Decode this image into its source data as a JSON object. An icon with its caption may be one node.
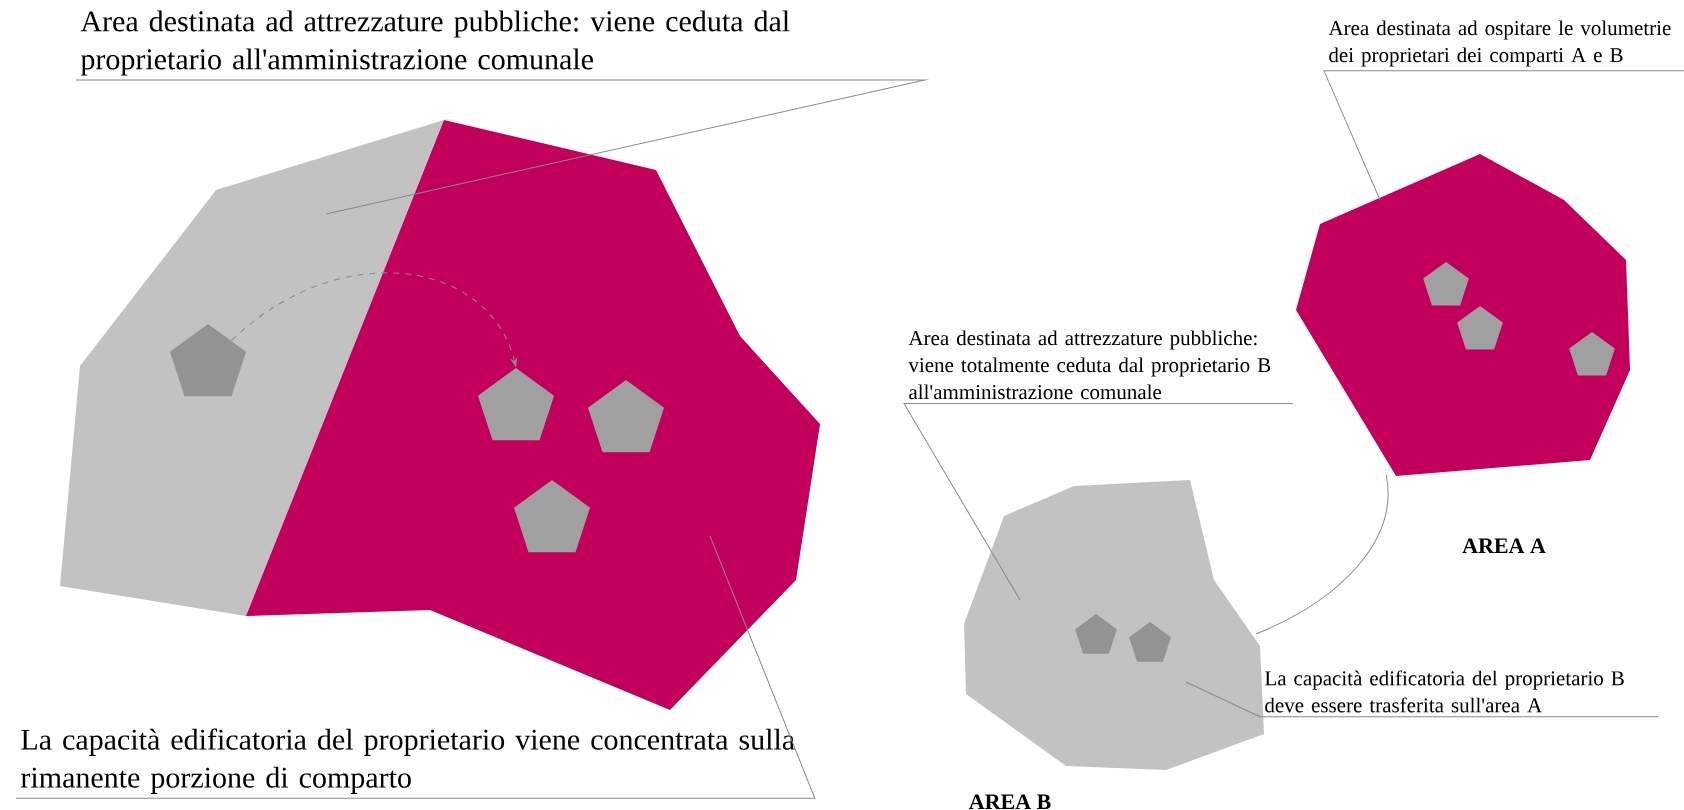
{
  "diagram": {
    "nodes": [
      {
        "text": [
          "Area destinata ad attrezzature pubbliche: viene ceduta dal proprietario all'amministrazione comunale"
        ]
      },
      {
        "text": [],
        "shape": "polygon"
      },
      {
        "text": [],
        "shape": "pentagon",
        "in": 1
      },
      {
        "text": [],
        "shape": "polygon"
      },
      {
        "text": [],
        "shape": "pentagon",
        "in": 3
      },
      {
        "text": [],
        "shape": "pentagon",
        "in": 3
      },
      {
        "text": [],
        "shape": "pentagon",
        "in": 3
      },
      {
        "text": [
          "La capacità edificatoria del proprietario viene concentrata sulla rimanente porzione di comparto"
        ]
      },
      {
        "text": [
          "Area destinata ad ospitare le volumetrie dei proprietari dei comparti A e B"
        ]
      },
      {
        "text": [],
        "shape": "polygon",
        "beside": [
          "AREA A"
        ]
      },
      {
        "text": [],
        "shape": "pentagon",
        "in": 9
      },
      {
        "text": [],
        "shape": "pentagon",
        "in": 9
      },
      {
        "text": [],
        "shape": "pentagon",
        "in": 9
      },
      {
        "text": [
          "Area destinata ad attrezzature pubbliche: viene totalmente ceduta dal proprietario B all'amministrazione comunale"
        ]
      },
      {
        "text": [],
        "shape": "polygon",
        "beside": [
          "AREA B"
        ]
      },
      {
        "text": [],
        "shape": "pentagon",
        "in": 14
      },
      {
        "text": [],
        "shape": "pentagon",
        "in": 14
      },
      {
        "text": [
          "La capacità edificatoria del proprietario B deve essere trasferita sull'area A"
        ]
      }
    ],
    "edges": [
      {
        "from": 0,
        "to": 1,
        "arrow": "none"
      },
      {
        "from": 7,
        "to": 3,
        "arrow": "none"
      },
      {
        "from": 2,
        "to": 4,
        "arrow": "to",
        "style": "dashed"
      },
      {
        "from": 8,
        "to": 9,
        "arrow": "none"
      },
      {
        "from": 13,
        "to": 14,
        "arrow": "none"
      },
      {
        "from": 17,
        "to": 14,
        "arrow": "none"
      },
      {
        "from": 14,
        "to": 9,
        "arrow": "none"
      }
    ]
  }
}
